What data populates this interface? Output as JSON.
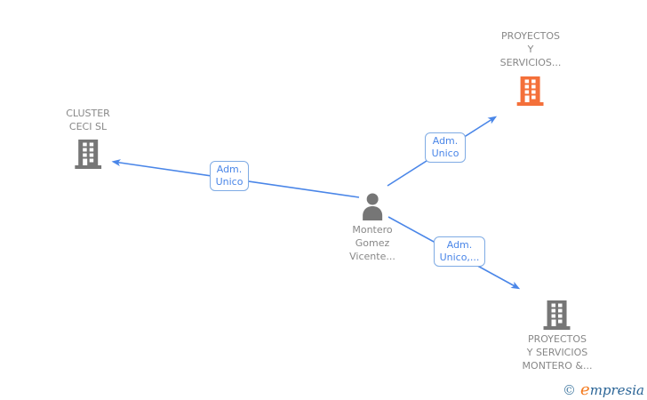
{
  "diagram": {
    "person": {
      "name_lines": [
        "Montero",
        "Gomez",
        "Vicente..."
      ],
      "icon": "person-icon"
    },
    "companies": {
      "top_right": {
        "name_lines": [
          "PROYECTOS",
          "Y",
          "SERVICIOS..."
        ],
        "icon": "building-icon",
        "icon_color": "#f4703a"
      },
      "left": {
        "name_lines": [
          "CLUSTER",
          "CECI SL"
        ],
        "icon": "building-icon",
        "icon_color": "#767676"
      },
      "bottom_right": {
        "name_lines": [
          "PROYECTOS",
          "Y SERVICIOS",
          "MONTERO &..."
        ],
        "icon": "building-icon",
        "icon_color": "#767676"
      }
    },
    "edge_labels": {
      "to_left": {
        "lines": [
          "Adm.",
          "Unico"
        ]
      },
      "to_top_right": {
        "lines": [
          "Adm.",
          "Unico"
        ]
      },
      "to_bottom_right": {
        "lines": [
          "Adm.",
          "Unico,..."
        ]
      }
    },
    "colors": {
      "edge_blue": "#4a86e8",
      "label_border_blue": "#7fabe4",
      "label_text_blue": "#4a86e8",
      "icon_gray": "#767676",
      "text_gray": "#888888",
      "highlight_orange": "#f4703a"
    }
  },
  "watermark": {
    "copyright_symbol": "©",
    "brand_first_letter": "e",
    "brand_rest": "mpresia",
    "colors": {
      "copyright": "#4a7fa5",
      "first_letter": "#f47b20",
      "rest": "#2a6496"
    }
  }
}
